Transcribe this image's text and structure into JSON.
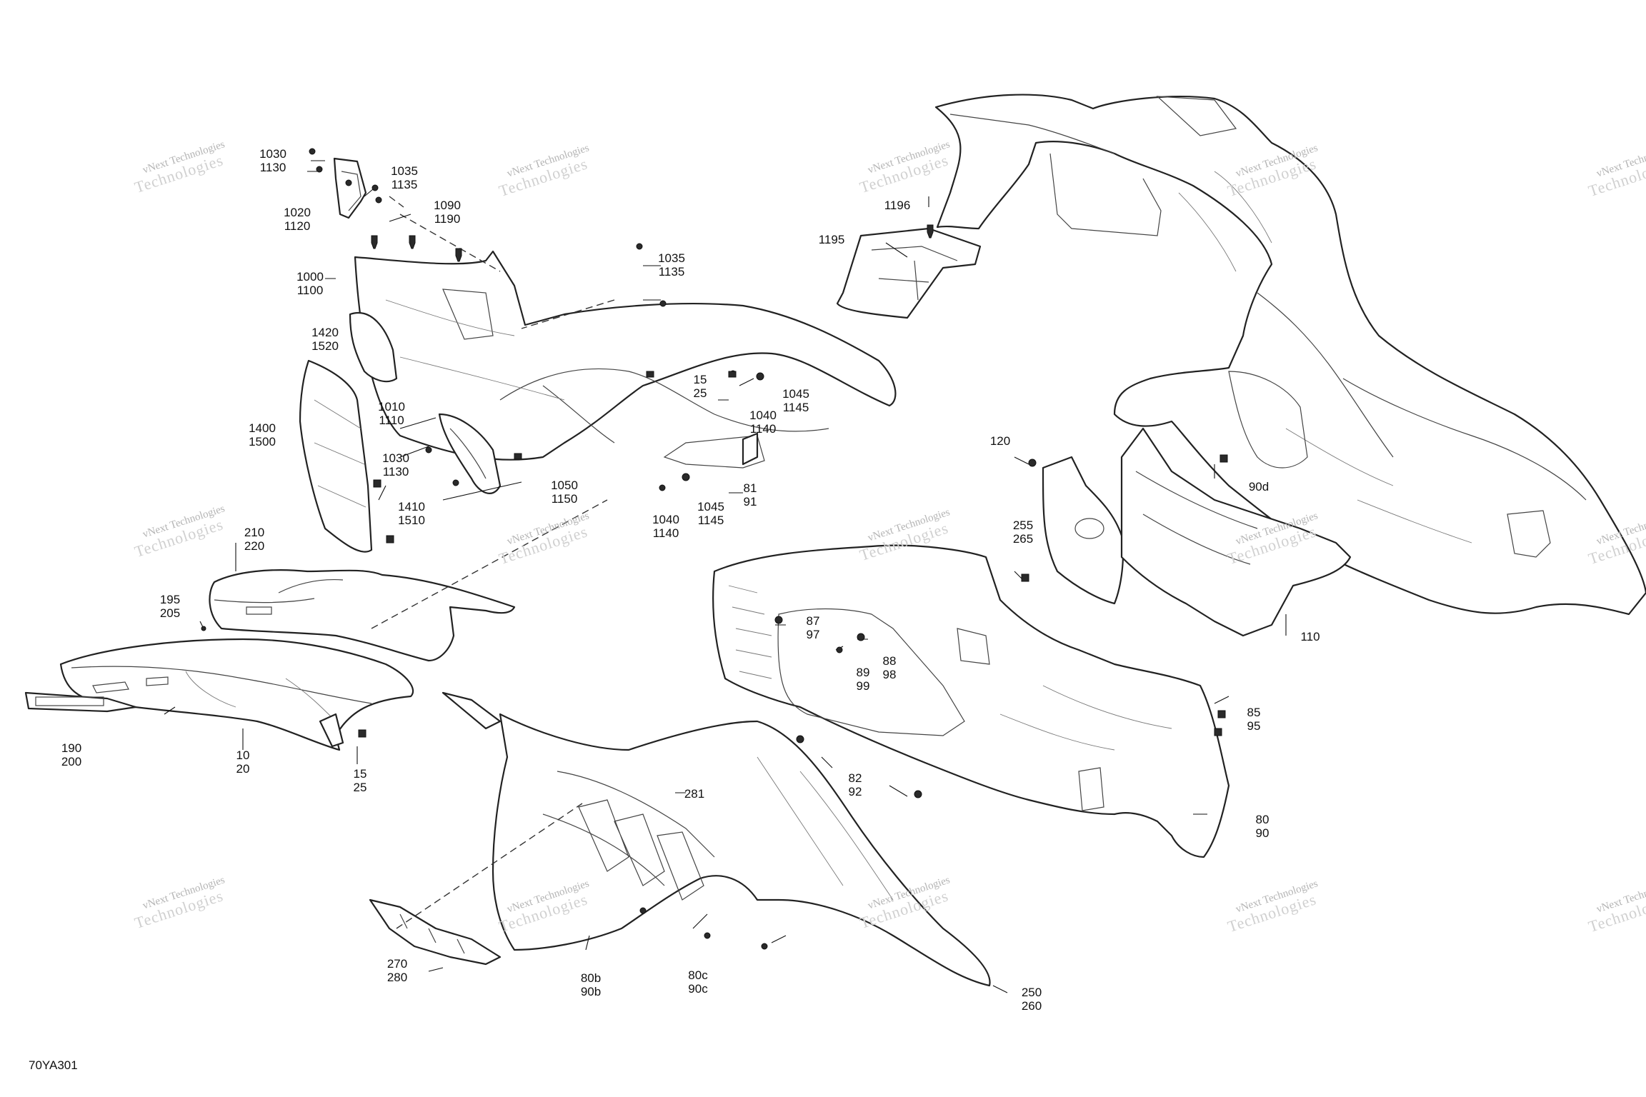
{
  "diagram": {
    "reference_code": "70YA301",
    "watermark": {
      "line1": "vNext Technologies",
      "line2": "Technologies"
    },
    "callouts": [
      {
        "id": "c1030a",
        "lines": [
          "1030",
          "1130"
        ]
      },
      {
        "id": "c1035a",
        "lines": [
          "1035",
          "1135"
        ]
      },
      {
        "id": "c1020",
        "lines": [
          "1020",
          "1120"
        ]
      },
      {
        "id": "c1090",
        "lines": [
          "1090",
          "1190"
        ]
      },
      {
        "id": "c1000",
        "lines": [
          "1000",
          "1100"
        ]
      },
      {
        "id": "c1035b",
        "lines": [
          "1035",
          "1135"
        ]
      },
      {
        "id": "c1420",
        "lines": [
          "1420",
          "1520"
        ]
      },
      {
        "id": "c1400",
        "lines": [
          "1400",
          "1500"
        ]
      },
      {
        "id": "c1010",
        "lines": [
          "1010",
          "1110"
        ]
      },
      {
        "id": "c1030b",
        "lines": [
          "1030",
          "1130"
        ]
      },
      {
        "id": "c1410",
        "lines": [
          "1410",
          "1510"
        ]
      },
      {
        "id": "c1050",
        "lines": [
          "1050",
          "1150"
        ]
      },
      {
        "id": "c15a",
        "lines": [
          "15",
          "25"
        ]
      },
      {
        "id": "c1040a",
        "lines": [
          "1040",
          "1140"
        ]
      },
      {
        "id": "c1045a",
        "lines": [
          "1045",
          "1145"
        ]
      },
      {
        "id": "c81",
        "lines": [
          "81",
          "91"
        ]
      },
      {
        "id": "c1045b",
        "lines": [
          "1045",
          "1145"
        ]
      },
      {
        "id": "c1040b",
        "lines": [
          "1040",
          "1140"
        ]
      },
      {
        "id": "c210",
        "lines": [
          "210",
          "220"
        ]
      },
      {
        "id": "c195",
        "lines": [
          "195",
          "205"
        ]
      },
      {
        "id": "c190",
        "lines": [
          "190",
          "200"
        ]
      },
      {
        "id": "c10",
        "lines": [
          "10",
          "20"
        ]
      },
      {
        "id": "c15b",
        "lines": [
          "15",
          "25"
        ]
      },
      {
        "id": "c1196",
        "lines": [
          "1196"
        ]
      },
      {
        "id": "c1195",
        "lines": [
          "1195"
        ]
      },
      {
        "id": "c120",
        "lines": [
          "120"
        ]
      },
      {
        "id": "c90d",
        "lines": [
          "90d"
        ]
      },
      {
        "id": "c255",
        "lines": [
          "255",
          "265"
        ]
      },
      {
        "id": "c110",
        "lines": [
          "110"
        ]
      },
      {
        "id": "c87",
        "lines": [
          "87",
          "97"
        ]
      },
      {
        "id": "c89",
        "lines": [
          "89",
          "99"
        ]
      },
      {
        "id": "c88",
        "lines": [
          "88",
          "98"
        ]
      },
      {
        "id": "c85",
        "lines": [
          "85",
          "95"
        ]
      },
      {
        "id": "c82",
        "lines": [
          "82",
          "92"
        ]
      },
      {
        "id": "c80",
        "lines": [
          "80",
          "90"
        ]
      },
      {
        "id": "c281",
        "lines": [
          "281"
        ]
      },
      {
        "id": "c270",
        "lines": [
          "270",
          "280"
        ]
      },
      {
        "id": "c80b",
        "lines": [
          "80b",
          "90b"
        ]
      },
      {
        "id": "c80c",
        "lines": [
          "80c",
          "90c"
        ]
      },
      {
        "id": "c250",
        "lines": [
          "250",
          "260"
        ]
      }
    ]
  }
}
